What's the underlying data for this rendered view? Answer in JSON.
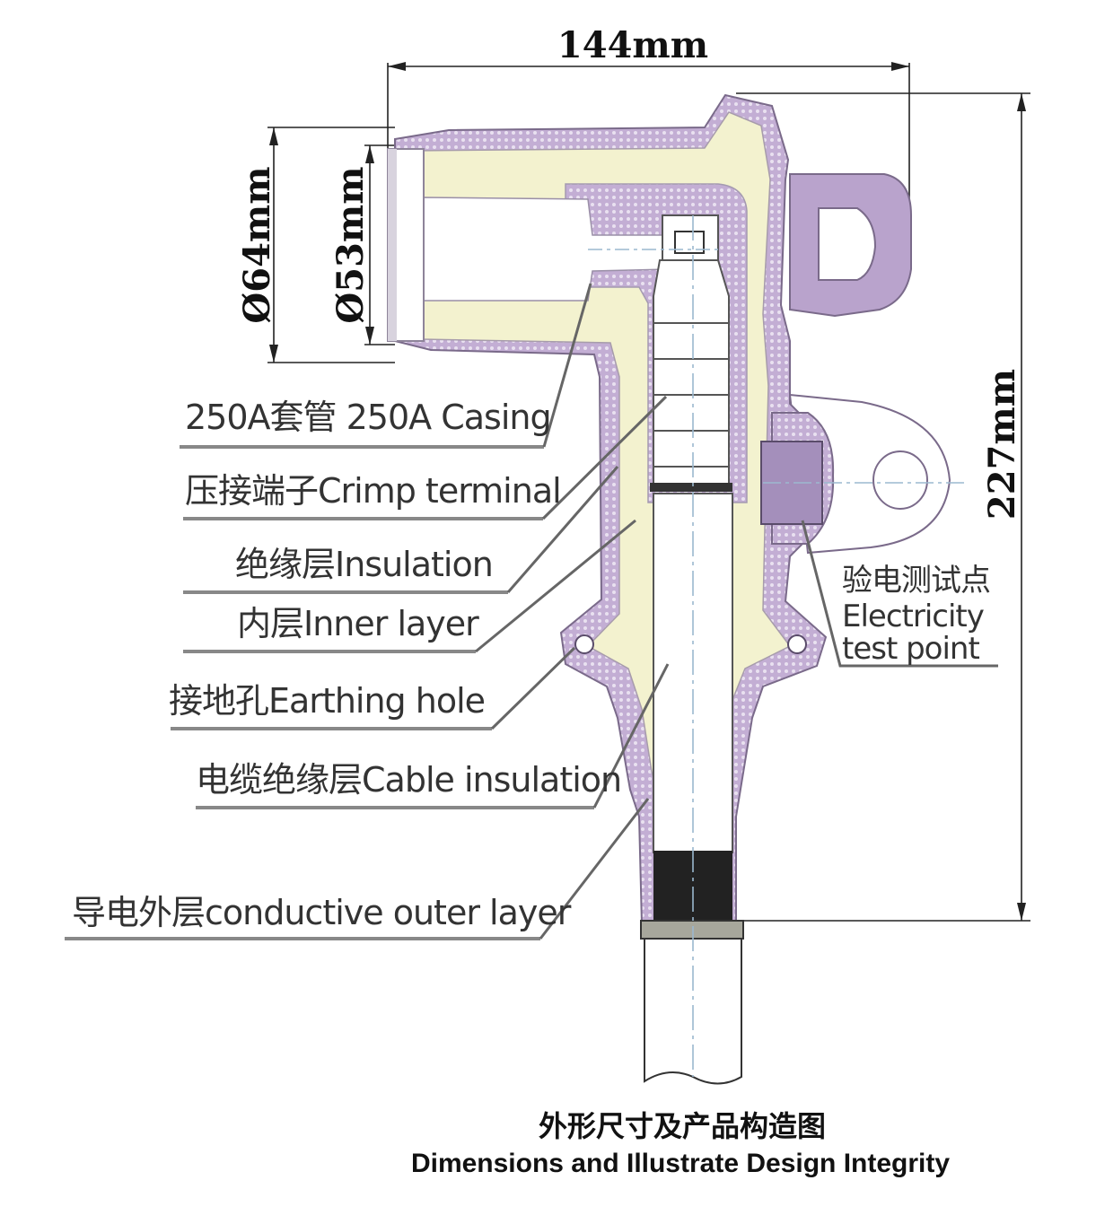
{
  "dimensions": {
    "width_top": "144mm",
    "dia_outer": "Ø64mm",
    "dia_inner": "Ø53mm",
    "height": "227mm"
  },
  "labels": [
    {
      "id": "casing",
      "text": "250A套管 250A Casing"
    },
    {
      "id": "crimp",
      "text": "压接端子Crimp terminal"
    },
    {
      "id": "insulation",
      "text": "绝缘层Insulation"
    },
    {
      "id": "inner",
      "text": "内层Inner layer"
    },
    {
      "id": "earthing",
      "text": "接地孔Earthing hole"
    },
    {
      "id": "cable-ins",
      "text": "电缆绝缘层Cable insulation"
    },
    {
      "id": "conductive",
      "text": "导电外层conductive outer layer"
    }
  ],
  "test_point": {
    "line1": "验电测试点",
    "line2": "Electricity",
    "line3": "test point"
  },
  "caption": {
    "cn": "外形尺寸及产品构造图",
    "en": "Dimensions and Illustrate Design Integrity"
  },
  "colors": {
    "shell": "#b9a3cc",
    "insulation": "#f3f2cf",
    "cable": "#ffffff",
    "conductive_band": "#222222",
    "ring": "#a7a79c"
  }
}
